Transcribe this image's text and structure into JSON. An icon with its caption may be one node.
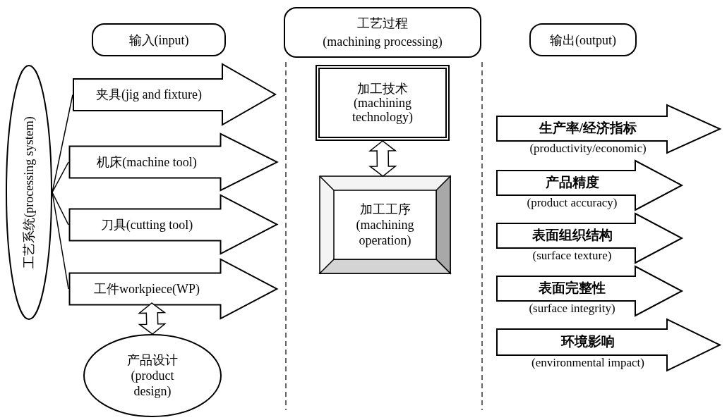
{
  "diagram": {
    "nodes": [
      {
        "text": [
          "输入(input)"
        ]
      },
      {
        "text": [
          "工艺过程",
          "(machining processing)"
        ]
      },
      {
        "text": [
          "输出(output)"
        ]
      },
      {
        "text": [
          "工艺系统(processing system)"
        ]
      },
      {
        "text": [
          "夹具(jig and fixture)"
        ]
      },
      {
        "text": [
          "机床(machine tool)"
        ]
      },
      {
        "text": [
          "刀具(cutting tool)"
        ]
      },
      {
        "text": [
          "工件workpiece(WP)"
        ]
      },
      {
        "text": [
          "产品设计",
          "(product design)"
        ]
      },
      {
        "text": [
          "加工技术",
          "(machining technology)"
        ]
      },
      {
        "text": [
          "加工工序",
          "(machining operation)"
        ]
      },
      {
        "text": [
          "生产率/经济指标",
          "(productivity/economic)"
        ]
      },
      {
        "text": [
          "产品精度",
          "(product accuracy)"
        ]
      },
      {
        "text": [
          "表面组织结构",
          "(surface texture)"
        ]
      },
      {
        "text": [
          "表面完整性",
          "(surface integrity)"
        ]
      },
      {
        "text": [
          "环境影响",
          "(environmental impact)"
        ]
      }
    ],
    "edges": [
      {
        "from": 3,
        "to": 4,
        "arrow": "none"
      },
      {
        "from": 3,
        "to": 5,
        "arrow": "none"
      },
      {
        "from": 3,
        "to": 6,
        "arrow": "none"
      },
      {
        "from": 3,
        "to": 7,
        "arrow": "none"
      },
      {
        "from": 7,
        "to": 8,
        "arrow": "both"
      },
      {
        "from": 9,
        "to": 10,
        "arrow": "both"
      }
    ]
  }
}
